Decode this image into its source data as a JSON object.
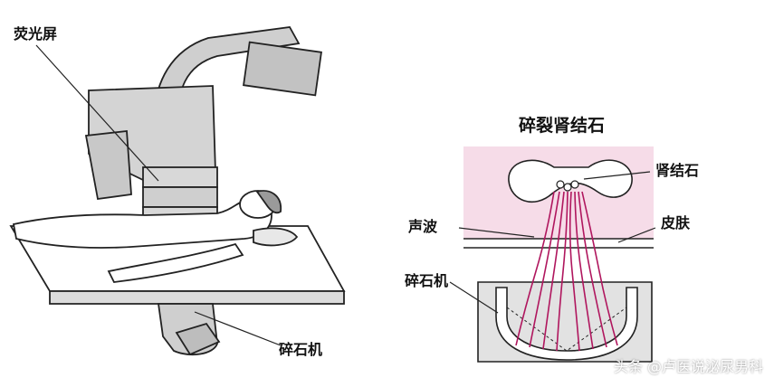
{
  "left_diagram": {
    "label_screen": "荧光屏",
    "label_lithotripter": "碎石机"
  },
  "right_diagram": {
    "title": "碎裂肾结石",
    "label_kidney_stone": "肾结石",
    "label_sound_wave": "声波",
    "label_skin": "皮肤",
    "label_lithotripter": "碎石机"
  },
  "watermark": "头条 @卢医说泌尿男科",
  "colors": {
    "wave": "#b0165e",
    "tissue": "#f6dce8",
    "outline": "#222222",
    "device_gray": "#c9c9c9"
  }
}
